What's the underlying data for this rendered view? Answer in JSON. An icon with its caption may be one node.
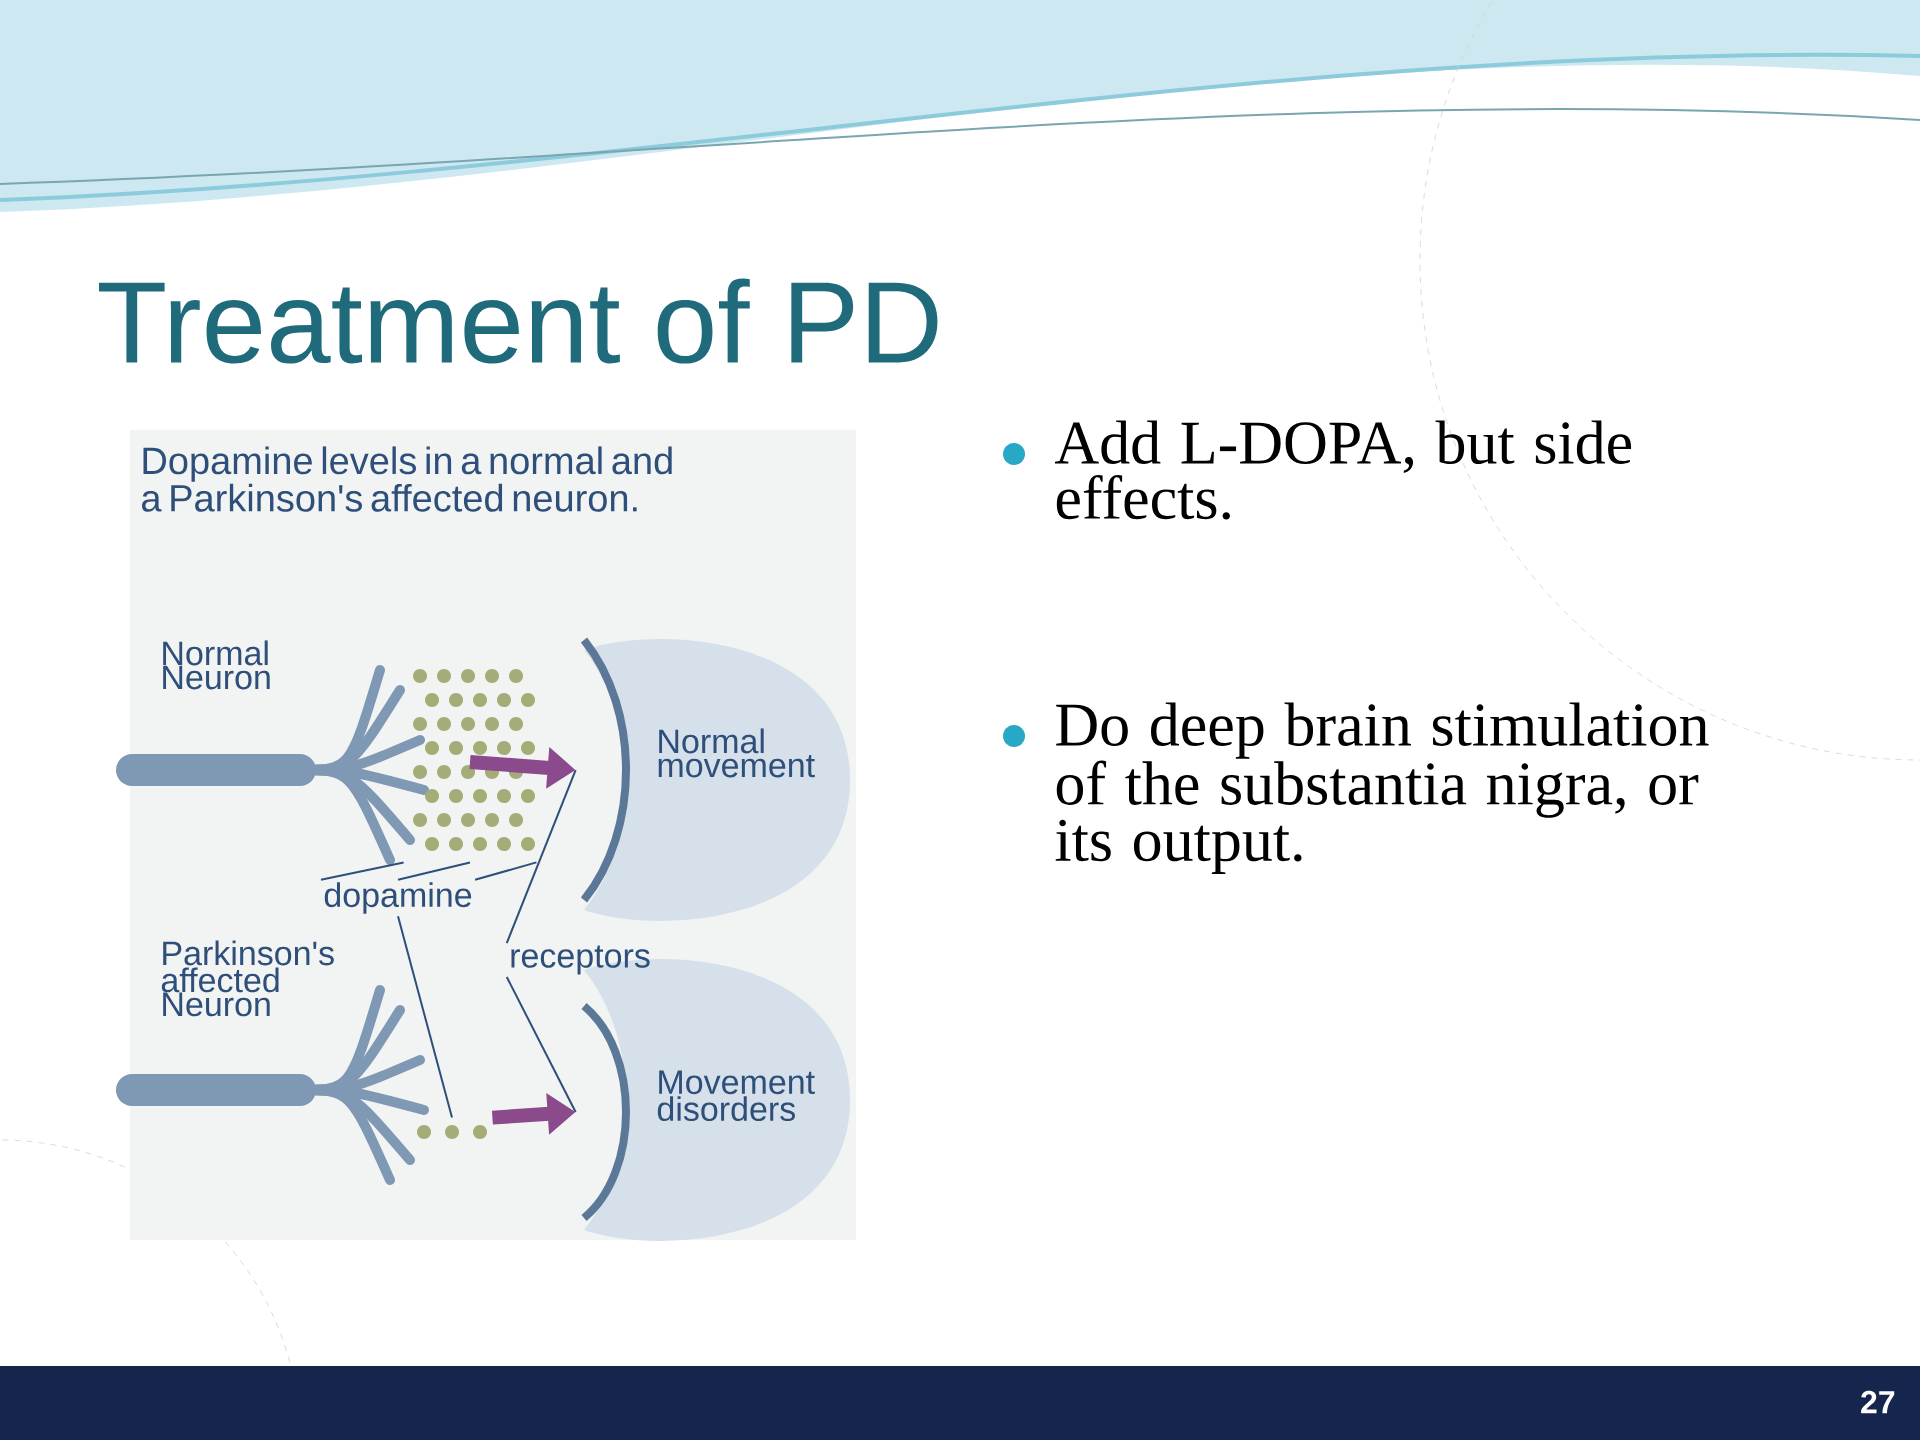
{
  "diagram": {
    "title": "Treatment of PD",
    "nodes": [
      {
        "text": [
          "dopamine"
        ]
      },
      {
        "text": [],
        "shape": "picture"
      },
      {
        "text": [],
        "shape": "picture"
      },
      {
        "text": [
          "receptors"
        ]
      },
      {
        "text": [],
        "shape": "picture",
        "beside": [
          "Normal movement"
        ]
      },
      {
        "text": [],
        "shape": "picture",
        "beside": [
          "Movement disorders"
        ]
      }
    ],
    "edges": [
      {
        "from": 0,
        "to": 1,
        "arrow": "none"
      },
      {
        "from": 0,
        "to": 1,
        "arrow": "none"
      },
      {
        "from": 0,
        "to": 1,
        "arrow": "none"
      },
      {
        "from": 0,
        "to": 2,
        "arrow": "none"
      },
      {
        "from": 3,
        "to": 4,
        "arrow": "none"
      },
      {
        "from": 3,
        "to": 5,
        "arrow": "none"
      },
      {
        "from": 1,
        "to": 4,
        "arrow": "to",
        "style": "thick",
        "color": "#8b4a8c"
      },
      {
        "from": 2,
        "to": 5,
        "arrow": "to",
        "style": "thick",
        "color": "#8b4a8c"
      }
    ],
    "labels": [
      "Dopamine levels in a normal and a Parkinson's affected neuron.",
      "Normal Neuron",
      "Parkinson's affected Neuron",
      "Add L-DOPA, but side effects.",
      "Do deep brain stimulation of the substantia nigra, or its output.",
      "27"
    ]
  }
}
